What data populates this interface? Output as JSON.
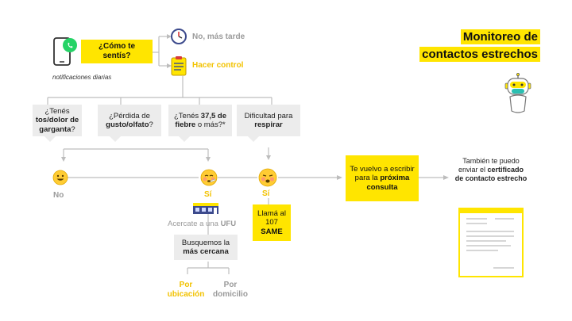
{
  "title": {
    "line1": "Monitoreo de",
    "line2": "contactos estrechos"
  },
  "start": {
    "question": [
      "¿Cómo te",
      "sentís?"
    ],
    "caption": "notificaciones diarias",
    "icon": "whatsapp-phone-icon"
  },
  "options_top": {
    "later": "No, más tarde",
    "control": "Hacer control"
  },
  "symptoms": [
    {
      "pre": "¿Tenés",
      "bold": "tos/dolor de garganta",
      "post": "?"
    },
    {
      "pre": "¿Pérdida de",
      "bold": "gusto/olfato",
      "post": "?"
    },
    {
      "pre": "¿Tenés",
      "bold": "37,5 de fiebre",
      "post": " o más?*"
    },
    {
      "pre": "Dificultad para",
      "bold": "respirar",
      "post": ""
    }
  ],
  "outcomes": {
    "no": "No",
    "si1": "Sí",
    "si2": "Sí"
  },
  "ufu": {
    "pre": "Acercate",
    "mid": " a una ",
    "post": "UFU"
  },
  "search": {
    "line1": "Busquemos la",
    "line2": "más cercana"
  },
  "search_options": {
    "ubicacion": "Por ubicación",
    "domicilio": "Por domicilio"
  },
  "same": {
    "line1": "Llamá al",
    "line2": "107",
    "line3": "SAME"
  },
  "next": {
    "pre": "Te vuelvo a escribir para la",
    "bold": "próxima consulta"
  },
  "certificate": {
    "pre": "También te puedo enviar el",
    "bold": "certificado de contacto estrecho"
  },
  "colors": {
    "accent": "#ffe500",
    "gray_box": "#ececec",
    "line": "#bdbdbd",
    "text_yellow": "#f2c200"
  }
}
